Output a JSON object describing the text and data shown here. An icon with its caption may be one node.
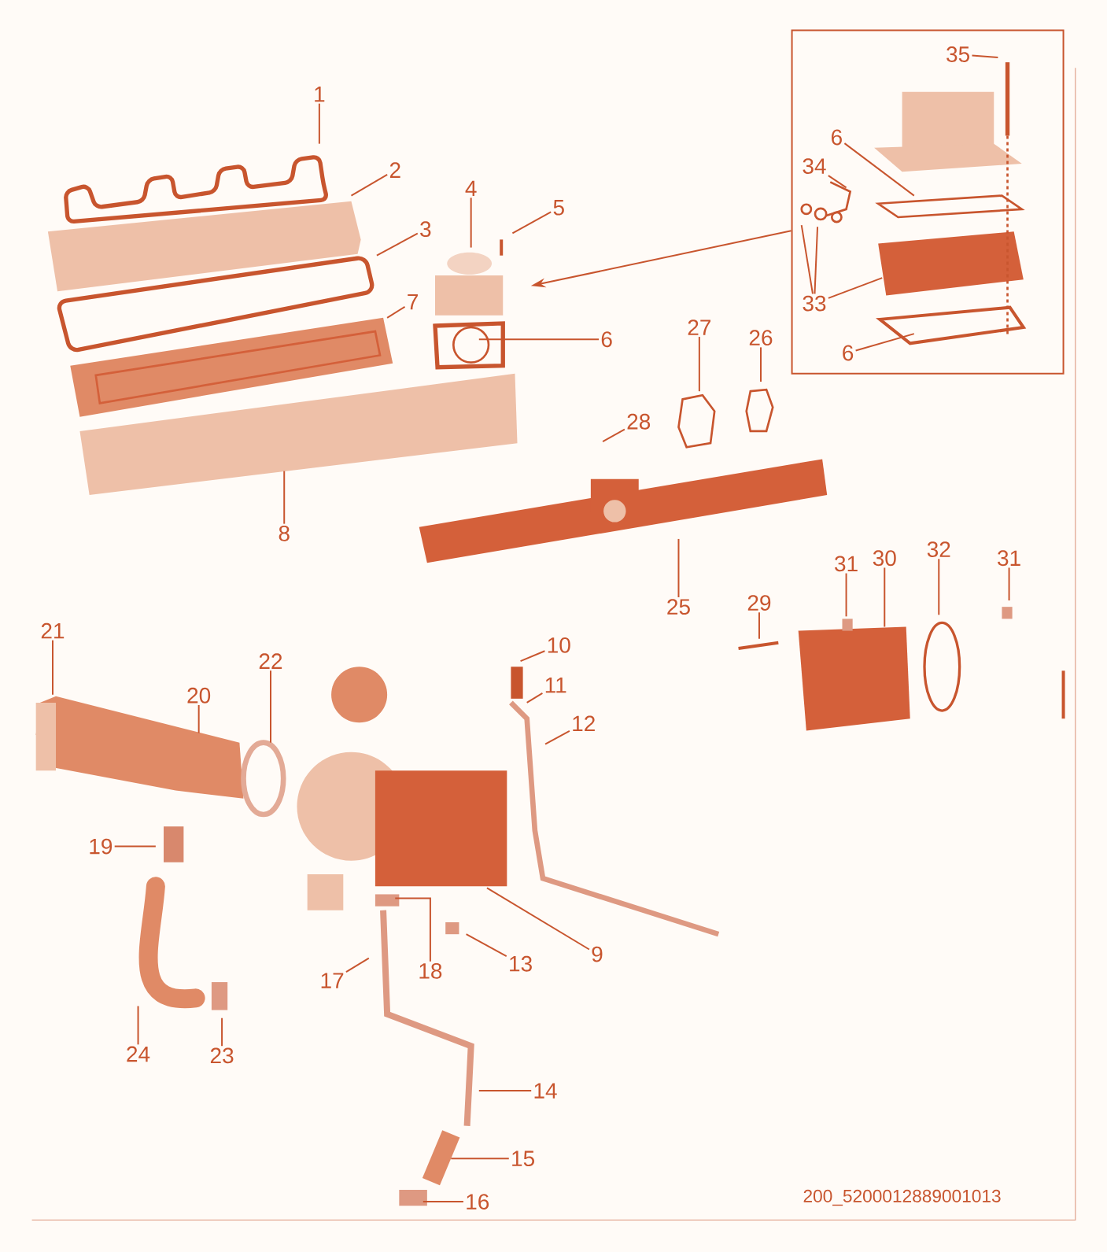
{
  "diagram": {
    "nodes": [
      {
        "text": [],
        "shape": "box"
      },
      {
        "text": [
          "35"
        ],
        "in": 0
      },
      {
        "text": [
          "6"
        ],
        "in": 0
      },
      {
        "text": [
          "34"
        ],
        "in": 0
      },
      {
        "text": [
          "33"
        ],
        "in": 0
      },
      {
        "text": [
          "6"
        ],
        "in": 0
      },
      {
        "text": [
          "1"
        ]
      },
      {
        "text": [
          "2"
        ]
      },
      {
        "text": [
          "4"
        ]
      },
      {
        "text": [
          "5"
        ]
      },
      {
        "text": [
          "3"
        ]
      },
      {
        "text": [
          "7"
        ]
      },
      {
        "text": [
          "6"
        ]
      },
      {
        "text": [
          "27"
        ]
      },
      {
        "text": [
          "26"
        ]
      },
      {
        "text": [
          "28"
        ]
      },
      {
        "text": [
          "8"
        ]
      },
      {
        "text": [
          "31"
        ]
      },
      {
        "text": [
          "30"
        ]
      },
      {
        "text": [
          "32"
        ]
      },
      {
        "text": [
          "31"
        ]
      },
      {
        "text": [
          "25"
        ]
      },
      {
        "text": [
          "29"
        ]
      },
      {
        "text": [
          "21"
        ]
      },
      {
        "text": [
          "10"
        ]
      },
      {
        "text": [
          "22"
        ]
      },
      {
        "text": [
          "11"
        ]
      },
      {
        "text": [
          "20"
        ]
      },
      {
        "text": [
          "12"
        ]
      },
      {
        "text": [
          "19"
        ]
      },
      {
        "text": [
          "9"
        ]
      },
      {
        "text": [
          "13"
        ]
      },
      {
        "text": [
          "18"
        ]
      },
      {
        "text": [
          "17"
        ]
      },
      {
        "text": [
          "24"
        ]
      },
      {
        "text": [
          "23"
        ]
      },
      {
        "text": [
          "14"
        ]
      },
      {
        "text": [
          "15"
        ]
      },
      {
        "text": [
          "16"
        ]
      }
    ],
    "edges": [
      {
        "from": 0,
        "to": null,
        "arrow": "to"
      },
      {
        "from": 1,
        "to": null,
        "arrow": "none"
      },
      {
        "from": 2,
        "to": null,
        "arrow": "none"
      },
      {
        "from": 3,
        "to": null,
        "arrow": "none"
      },
      {
        "from": 4,
        "to": null,
        "arrow": "none"
      },
      {
        "from": 4,
        "to": null,
        "arrow": "none"
      },
      {
        "from": 4,
        "to": null,
        "arrow": "none"
      },
      {
        "from": 5,
        "to": null,
        "arrow": "none"
      },
      {
        "from": 6,
        "to": null,
        "arrow": "none"
      },
      {
        "from": 7,
        "to": null,
        "arrow": "none"
      },
      {
        "from": 8,
        "to": null,
        "arrow": "none"
      },
      {
        "from": 9,
        "to": null,
        "arrow": "none"
      },
      {
        "from": 10,
        "to": null,
        "arrow": "none"
      },
      {
        "from": 11,
        "to": null,
        "arrow": "none"
      },
      {
        "from": 12,
        "to": null,
        "arrow": "none"
      },
      {
        "from": 13,
        "to": null,
        "arrow": "none"
      },
      {
        "from": 14,
        "to": null,
        "arrow": "none"
      },
      {
        "from": 15,
        "to": null,
        "arrow": "none"
      },
      {
        "from": 16,
        "to": null,
        "arrow": "none"
      },
      {
        "from": 17,
        "to": null,
        "arrow": "none"
      },
      {
        "from": 18,
        "to": null,
        "arrow": "none"
      },
      {
        "from": 19,
        "to": null,
        "arrow": "none"
      },
      {
        "from": 20,
        "to": null,
        "arrow": "none"
      },
      {
        "from": 21,
        "to": null,
        "arrow": "none"
      },
      {
        "from": 22,
        "to": null,
        "arrow": "none"
      },
      {
        "from": 23,
        "to": null,
        "arrow": "none"
      },
      {
        "from": 24,
        "to": null,
        "arrow": "none"
      },
      {
        "from": 25,
        "to": null,
        "arrow": "none"
      },
      {
        "from": 26,
        "to": null,
        "arrow": "none"
      },
      {
        "from": 27,
        "to": null,
        "arrow": "none"
      },
      {
        "from": 28,
        "to": null,
        "arrow": "none"
      },
      {
        "from": 29,
        "to": null,
        "arrow": "none"
      },
      {
        "from": 30,
        "to": null,
        "arrow": "none"
      },
      {
        "from": 31,
        "to": null,
        "arrow": "none"
      },
      {
        "from": 32,
        "to": null,
        "arrow": "none"
      },
      {
        "from": 33,
        "to": null,
        "arrow": "none"
      },
      {
        "from": 34,
        "to": null,
        "arrow": "none"
      },
      {
        "from": 35,
        "to": null,
        "arrow": "none"
      },
      {
        "from": 36,
        "to": null,
        "arrow": "none"
      },
      {
        "from": 37,
        "to": null,
        "arrow": "none"
      },
      {
        "from": 38,
        "to": null,
        "arrow": "none"
      }
    ],
    "labels": [
      "200_5200012889001013"
    ]
  }
}
